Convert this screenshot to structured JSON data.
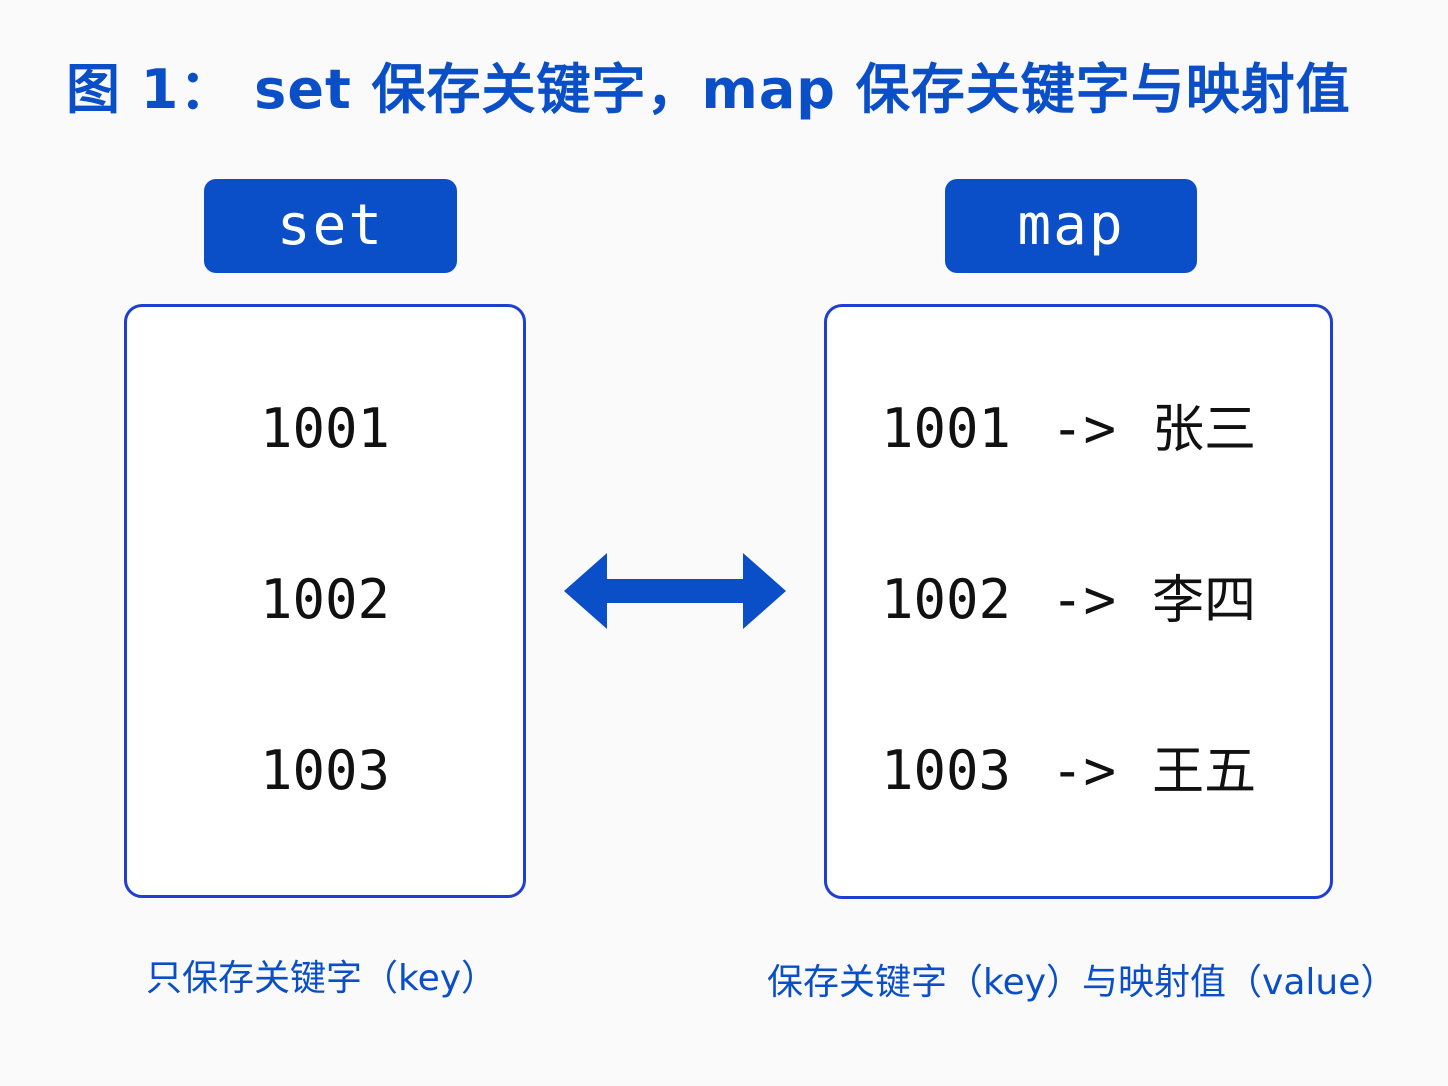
{
  "title": "图 1： set 保存关键字，map 保存关键字与映射值",
  "set": {
    "label": "set",
    "rows": [
      "1001",
      "1002",
      "1003"
    ],
    "caption": "只保存关键字（key）"
  },
  "map": {
    "label": "map",
    "rows": [
      {
        "key": "1001",
        "arrow": "->",
        "value": "张三"
      },
      {
        "key": "1002",
        "arrow": "->",
        "value": "李四"
      },
      {
        "key": "1003",
        "arrow": "->",
        "value": "王五"
      }
    ],
    "caption": "保存关键字（key）与映射值（value）"
  },
  "colors": {
    "accent": "#0a4fc7",
    "panel_border": "#1f3fd1",
    "background": "#fafafa"
  },
  "icons": {
    "connector": "double-arrow-icon"
  }
}
